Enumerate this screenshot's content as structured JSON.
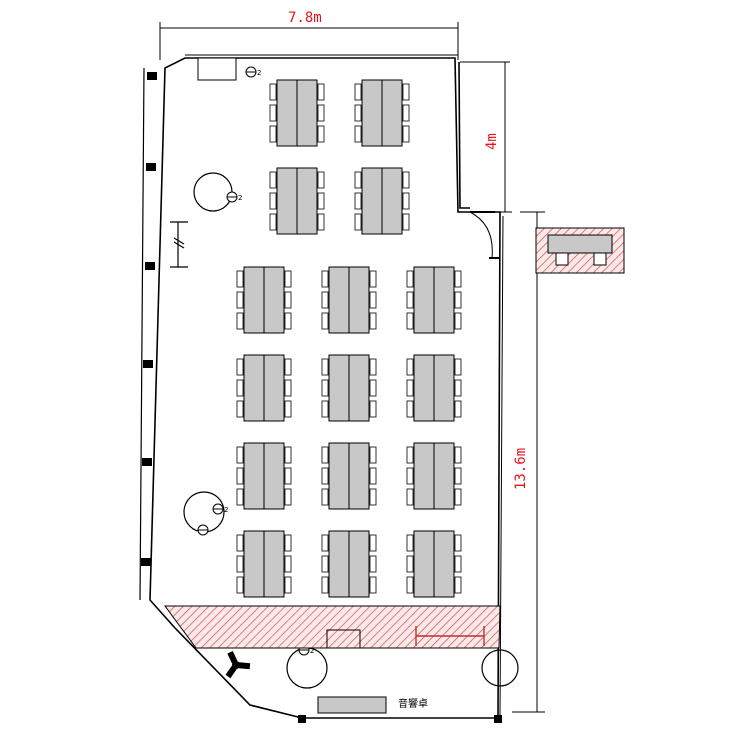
{
  "dimensions": {
    "width": "7.8m",
    "upper_height": "4m",
    "lower_height": "13.6m"
  },
  "labels": {
    "sound_desk": "音響卓"
  },
  "colors": {
    "wall": "#000000",
    "table_fill": "#c8c8c8",
    "hatch": "#d05050",
    "dimension_text": "#e8141c"
  }
}
